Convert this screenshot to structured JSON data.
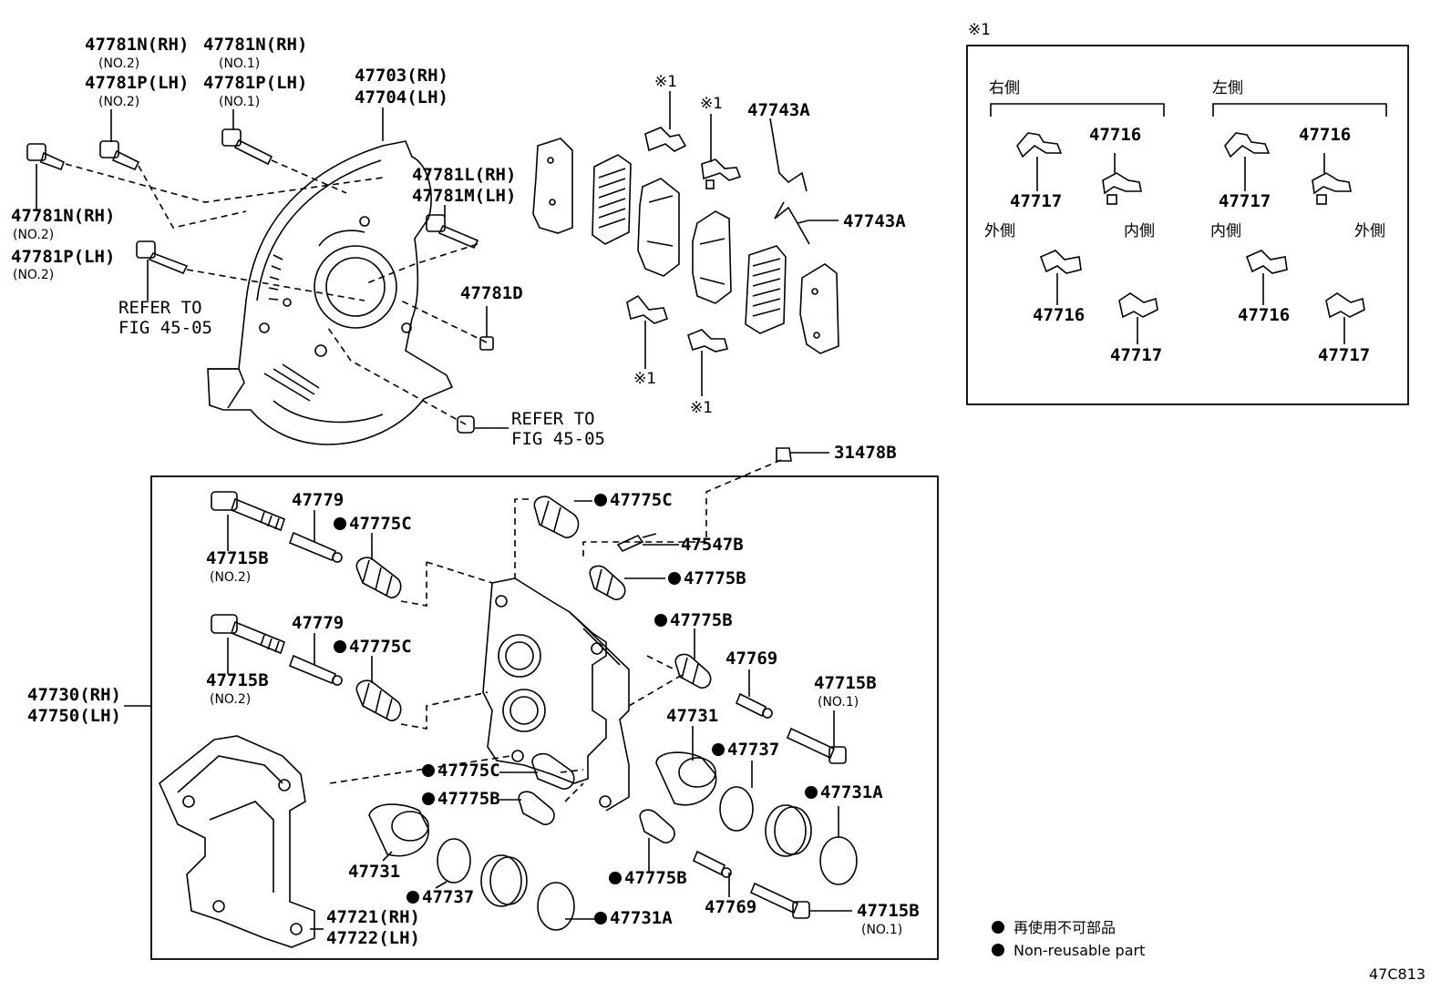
{
  "labels": {
    "l47781n_rh_top": "47781N(RH)",
    "l47781n_rh_top_sub": "(NO.2)",
    "l47781p_lh_top": "47781P(LH)",
    "l47781p_lh_top_sub": "(NO.2)",
    "l47781n_rh_no1": "47781N(RH)",
    "l47781n_rh_no1_sub": "(NO.1)",
    "l47781p_lh_no1": "47781P(LH)",
    "l47781p_lh_no1_sub": "(NO.1)",
    "l47703": "47703(RH)",
    "l47704": "47704(LH)",
    "l47781n_left": "47781N(RH)",
    "l47781n_left_sub": "(NO.2)",
    "l47781p_left": "47781P(LH)",
    "l47781p_left_sub": "(NO.2)",
    "refer1_a": "REFER TO",
    "refer1_b": "FIG 45-05",
    "l47781l": "47781L(RH)",
    "l47781m": "47781M(LH)",
    "l47781d": "47781D",
    "refer2_a": "REFER TO",
    "refer2_b": "FIG 45-05",
    "note1_a": "※1",
    "note1_b": "※1",
    "note1_c": "※1",
    "note1_d": "※1",
    "l47743a_1": "47743A",
    "l47743a_2": "47743A",
    "l31478b": "31478B",
    "l47779_1": "47779",
    "l47775c_1": "47775C",
    "l47715b_1": "47715B",
    "l47715b_1_sub": "(NO.2)",
    "l47779_2": "47779",
    "l47775c_2": "47775C",
    "l47715b_2": "47715B",
    "l47715b_2_sub": "(NO.2)",
    "l47730": "47730(RH)",
    "l47750": "47750(LH)",
    "l47775c_3": "47775C",
    "l47547b": "47547B",
    "l47775b_1": "47775B",
    "l47775b_2": "47775B",
    "l47769_1": "47769",
    "l47715b_3": "47715B",
    "l47715b_3_sub": "(NO.1)",
    "l47731_1": "47731",
    "l47737_1": "47737",
    "l47731a_1": "47731A",
    "l47775c_4": "47775C",
    "l47775b_3": "47775B",
    "l47731_2": "47731",
    "l47737_2": "47737",
    "l47775b_4": "47775B",
    "l47769_2": "47769",
    "l47731a_2": "47731A",
    "l47715b_4": "47715B",
    "l47715b_4_sub": "(NO.1)",
    "l47721": "47721(RH)",
    "l47722": "47722(LH)"
  },
  "inset": {
    "note": "※1",
    "right_side": "右側",
    "left_side": "左側",
    "r_47716": "47716",
    "r_47717_a": "47717",
    "r_outer": "外側",
    "r_inner": "内側",
    "r_47716_b": "47716",
    "r_47717_b": "47717",
    "l_47716": "47716",
    "l_47717_a": "47717",
    "l_inner": "内側",
    "l_outer": "外側",
    "l_47716_b": "47716",
    "l_47717_b": "47717"
  },
  "legend": {
    "jp": "再使用不可部品",
    "en": "Non-reusable part"
  },
  "figure_id": "47C813"
}
